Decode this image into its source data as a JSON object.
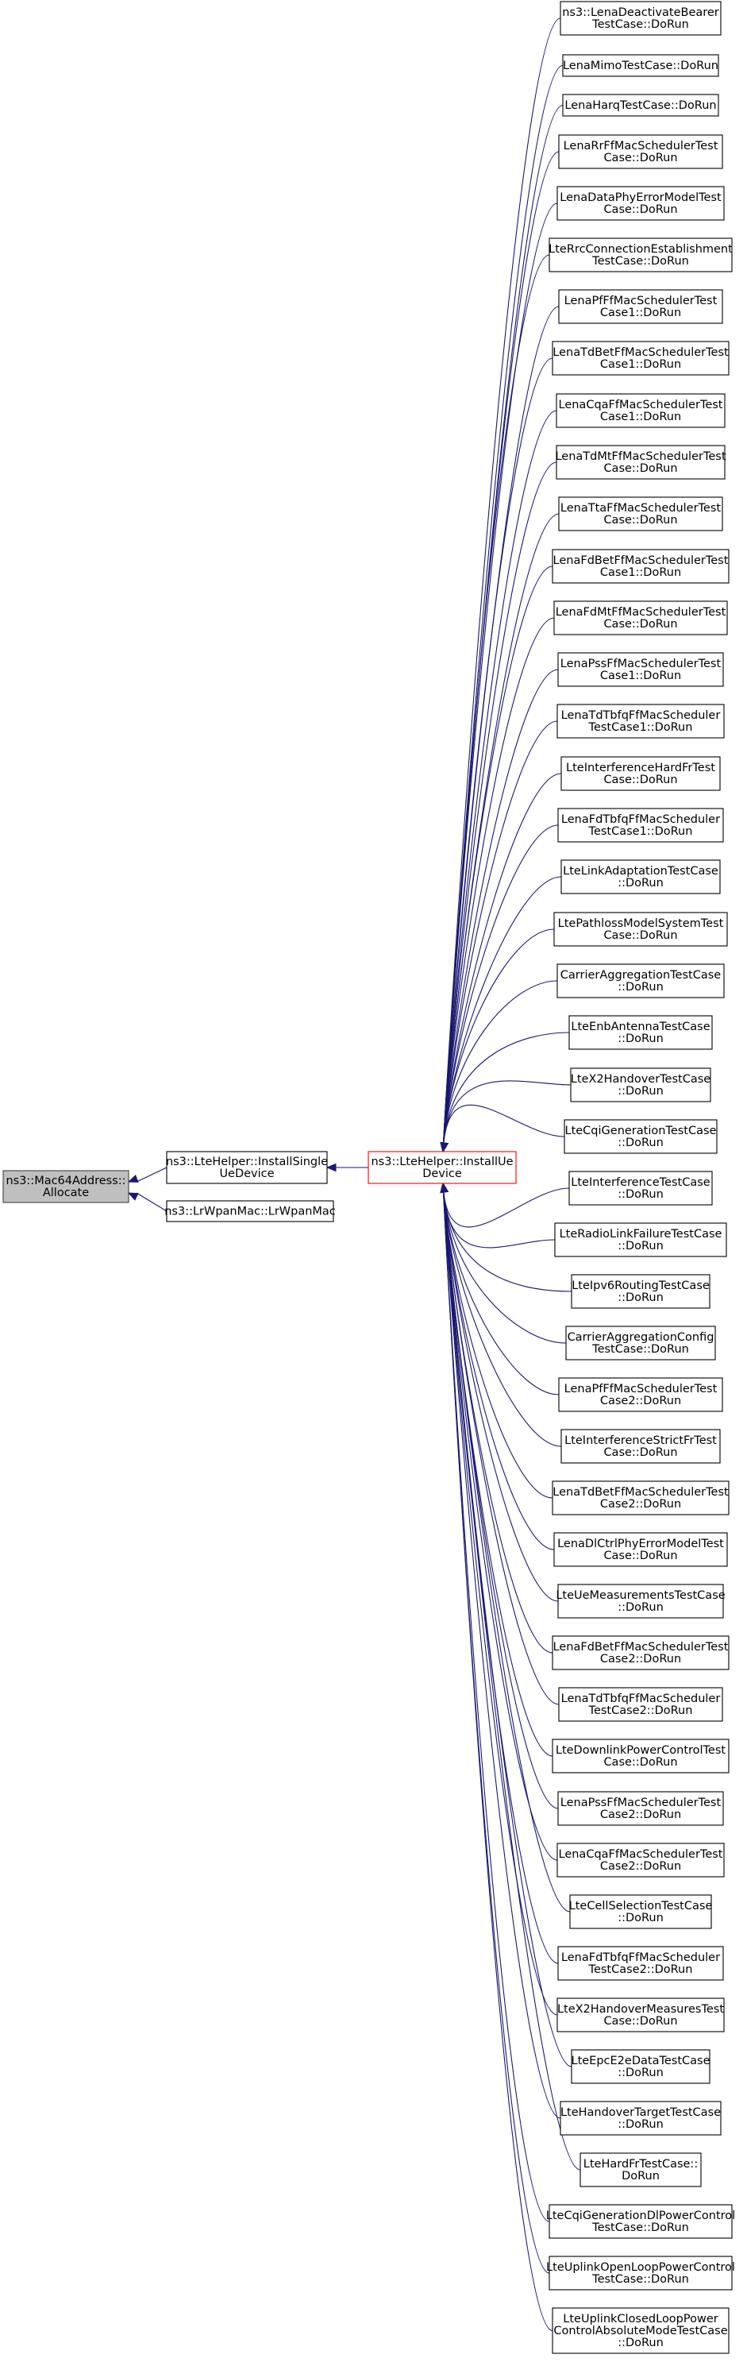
{
  "diagram": {
    "type": "call-graph",
    "colors": {
      "edge": "#191970",
      "root_fill": "#bfbfbf",
      "focus_border": "#ff0000"
    },
    "nodes": [
      {
        "id": "root",
        "lines": [
          "ns3::Mac64Address::",
          "Allocate"
        ],
        "style": "root"
      },
      {
        "id": "installsingle",
        "lines": [
          "ns3::LteHelper::InstallSingle",
          "UeDevice"
        ]
      },
      {
        "id": "lrwpan",
        "lines": [
          "ns3::LrWpanMac::LrWpanMac"
        ]
      },
      {
        "id": "installue",
        "lines": [
          "ns3::LteHelper::InstallUe",
          "Device"
        ],
        "style": "focus"
      },
      {
        "id": "c0",
        "lines": [
          "ns3::LenaDeactivateBearer",
          "TestCase::DoRun"
        ]
      },
      {
        "id": "c1",
        "lines": [
          "LenaMimoTestCase::DoRun"
        ]
      },
      {
        "id": "c2",
        "lines": [
          "LenaHarqTestCase::DoRun"
        ]
      },
      {
        "id": "c3",
        "lines": [
          "LenaRrFfMacSchedulerTest",
          "Case::DoRun"
        ]
      },
      {
        "id": "c4",
        "lines": [
          "LenaDataPhyErrorModelTest",
          "Case::DoRun"
        ]
      },
      {
        "id": "c5",
        "lines": [
          "LteRrcConnectionEstablishment",
          "TestCase::DoRun"
        ]
      },
      {
        "id": "c6",
        "lines": [
          "LenaPfFfMacSchedulerTest",
          "Case1::DoRun"
        ]
      },
      {
        "id": "c7",
        "lines": [
          "LenaTdBetFfMacSchedulerTest",
          "Case1::DoRun"
        ]
      },
      {
        "id": "c8",
        "lines": [
          "LenaCqaFfMacSchedulerTest",
          "Case1::DoRun"
        ]
      },
      {
        "id": "c9",
        "lines": [
          "LenaTdMtFfMacSchedulerTest",
          "Case::DoRun"
        ]
      },
      {
        "id": "c10",
        "lines": [
          "LenaTtaFfMacSchedulerTest",
          "Case::DoRun"
        ]
      },
      {
        "id": "c11",
        "lines": [
          "LenaFdBetFfMacSchedulerTest",
          "Case1::DoRun"
        ]
      },
      {
        "id": "c12",
        "lines": [
          "LenaFdMtFfMacSchedulerTest",
          "Case::DoRun"
        ]
      },
      {
        "id": "c13",
        "lines": [
          "LenaPssFfMacSchedulerTest",
          "Case1::DoRun"
        ]
      },
      {
        "id": "c14",
        "lines": [
          "LenaTdTbfqFfMacScheduler",
          "TestCase1::DoRun"
        ]
      },
      {
        "id": "c15",
        "lines": [
          "LteInterferenceHardFrTest",
          "Case::DoRun"
        ]
      },
      {
        "id": "c16",
        "lines": [
          "LenaFdTbfqFfMacScheduler",
          "TestCase1::DoRun"
        ]
      },
      {
        "id": "c17",
        "lines": [
          "LteLinkAdaptationTestCase",
          "::DoRun"
        ]
      },
      {
        "id": "c18",
        "lines": [
          "LtePathlossModelSystemTest",
          "Case::DoRun"
        ]
      },
      {
        "id": "c19",
        "lines": [
          "CarrierAggregationTestCase",
          "::DoRun"
        ]
      },
      {
        "id": "c20",
        "lines": [
          "LteEnbAntennaTestCase",
          "::DoRun"
        ]
      },
      {
        "id": "c21",
        "lines": [
          "LteX2HandoverTestCase",
          "::DoRun"
        ]
      },
      {
        "id": "c22",
        "lines": [
          "LteCqiGenerationTestCase",
          "::DoRun"
        ]
      },
      {
        "id": "c23",
        "lines": [
          "LteInterferenceTestCase",
          "::DoRun"
        ]
      },
      {
        "id": "c24",
        "lines": [
          "LteRadioLinkFailureTestCase",
          "::DoRun"
        ]
      },
      {
        "id": "c25",
        "lines": [
          "LteIpv6RoutingTestCase",
          "::DoRun"
        ]
      },
      {
        "id": "c26",
        "lines": [
          "CarrierAggregationConfig",
          "TestCase::DoRun"
        ]
      },
      {
        "id": "c27",
        "lines": [
          "LenaPfFfMacSchedulerTest",
          "Case2::DoRun"
        ]
      },
      {
        "id": "c28",
        "lines": [
          "LteInterferenceStrictFrTest",
          "Case::DoRun"
        ]
      },
      {
        "id": "c29",
        "lines": [
          "LenaTdBetFfMacSchedulerTest",
          "Case2::DoRun"
        ]
      },
      {
        "id": "c30",
        "lines": [
          "LenaDlCtrlPhyErrorModelTest",
          "Case::DoRun"
        ]
      },
      {
        "id": "c31",
        "lines": [
          "LteUeMeasurementsTestCase",
          "::DoRun"
        ]
      },
      {
        "id": "c32",
        "lines": [
          "LenaFdBetFfMacSchedulerTest",
          "Case2::DoRun"
        ]
      },
      {
        "id": "c33",
        "lines": [
          "LenaTdTbfqFfMacScheduler",
          "TestCase2::DoRun"
        ]
      },
      {
        "id": "c34",
        "lines": [
          "LteDownlinkPowerControlTest",
          "Case::DoRun"
        ]
      },
      {
        "id": "c35",
        "lines": [
          "LenaPssFfMacSchedulerTest",
          "Case2::DoRun"
        ]
      },
      {
        "id": "c36",
        "lines": [
          "LenaCqaFfMacSchedulerTest",
          "Case2::DoRun"
        ]
      },
      {
        "id": "c37",
        "lines": [
          "LteCellSelectionTestCase",
          "::DoRun"
        ]
      },
      {
        "id": "c38",
        "lines": [
          "LenaFdTbfqFfMacScheduler",
          "TestCase2::DoRun"
        ]
      },
      {
        "id": "c39",
        "lines": [
          "LteX2HandoverMeasuresTest",
          "Case::DoRun"
        ]
      },
      {
        "id": "c40",
        "lines": [
          "LteEpcE2eDataTestCase",
          "::DoRun"
        ]
      },
      {
        "id": "c41",
        "lines": [
          "LteHandoverTargetTestCase",
          "::DoRun"
        ]
      },
      {
        "id": "c42",
        "lines": [
          "LteHardFrTestCase::",
          "DoRun"
        ]
      },
      {
        "id": "c43",
        "lines": [
          "LteCqiGenerationDlPowerControl",
          "TestCase::DoRun"
        ]
      },
      {
        "id": "c44",
        "lines": [
          "LteUplinkOpenLoopPowerControl",
          "TestCase::DoRun"
        ]
      },
      {
        "id": "c45",
        "lines": [
          "LteUplinkClosedLoopPower",
          "ControlAbsoluteModeTestCase",
          "::DoRun"
        ]
      }
    ],
    "edges": [
      {
        "from": "installsingle",
        "to": "root"
      },
      {
        "from": "lrwpan",
        "to": "root"
      },
      {
        "from": "installue",
        "to": "installsingle"
      },
      {
        "from": "c0",
        "to": "installue"
      },
      {
        "from": "c1",
        "to": "installue"
      },
      {
        "from": "c2",
        "to": "installue"
      },
      {
        "from": "c3",
        "to": "installue"
      },
      {
        "from": "c4",
        "to": "installue"
      },
      {
        "from": "c5",
        "to": "installue"
      },
      {
        "from": "c6",
        "to": "installue"
      },
      {
        "from": "c7",
        "to": "installue"
      },
      {
        "from": "c8",
        "to": "installue"
      },
      {
        "from": "c9",
        "to": "installue"
      },
      {
        "from": "c10",
        "to": "installue"
      },
      {
        "from": "c11",
        "to": "installue"
      },
      {
        "from": "c12",
        "to": "installue"
      },
      {
        "from": "c13",
        "to": "installue"
      },
      {
        "from": "c14",
        "to": "installue"
      },
      {
        "from": "c15",
        "to": "installue"
      },
      {
        "from": "c16",
        "to": "installue"
      },
      {
        "from": "c17",
        "to": "installue"
      },
      {
        "from": "c18",
        "to": "installue"
      },
      {
        "from": "c19",
        "to": "installue"
      },
      {
        "from": "c20",
        "to": "installue"
      },
      {
        "from": "c21",
        "to": "installue"
      },
      {
        "from": "c22",
        "to": "installue"
      },
      {
        "from": "c23",
        "to": "installue"
      },
      {
        "from": "c24",
        "to": "installue"
      },
      {
        "from": "c25",
        "to": "installue"
      },
      {
        "from": "c26",
        "to": "installue"
      },
      {
        "from": "c27",
        "to": "installue"
      },
      {
        "from": "c28",
        "to": "installue"
      },
      {
        "from": "c29",
        "to": "installue"
      },
      {
        "from": "c30",
        "to": "installue"
      },
      {
        "from": "c31",
        "to": "installue"
      },
      {
        "from": "c32",
        "to": "installue"
      },
      {
        "from": "c33",
        "to": "installue"
      },
      {
        "from": "c34",
        "to": "installue"
      },
      {
        "from": "c35",
        "to": "installue"
      },
      {
        "from": "c36",
        "to": "installue"
      },
      {
        "from": "c37",
        "to": "installue"
      },
      {
        "from": "c38",
        "to": "installue"
      },
      {
        "from": "c39",
        "to": "installue"
      },
      {
        "from": "c40",
        "to": "installue"
      },
      {
        "from": "c41",
        "to": "installue"
      },
      {
        "from": "c42",
        "to": "installue"
      },
      {
        "from": "c43",
        "to": "installue"
      },
      {
        "from": "c44",
        "to": "installue"
      },
      {
        "from": "c45",
        "to": "installue"
      }
    ]
  }
}
